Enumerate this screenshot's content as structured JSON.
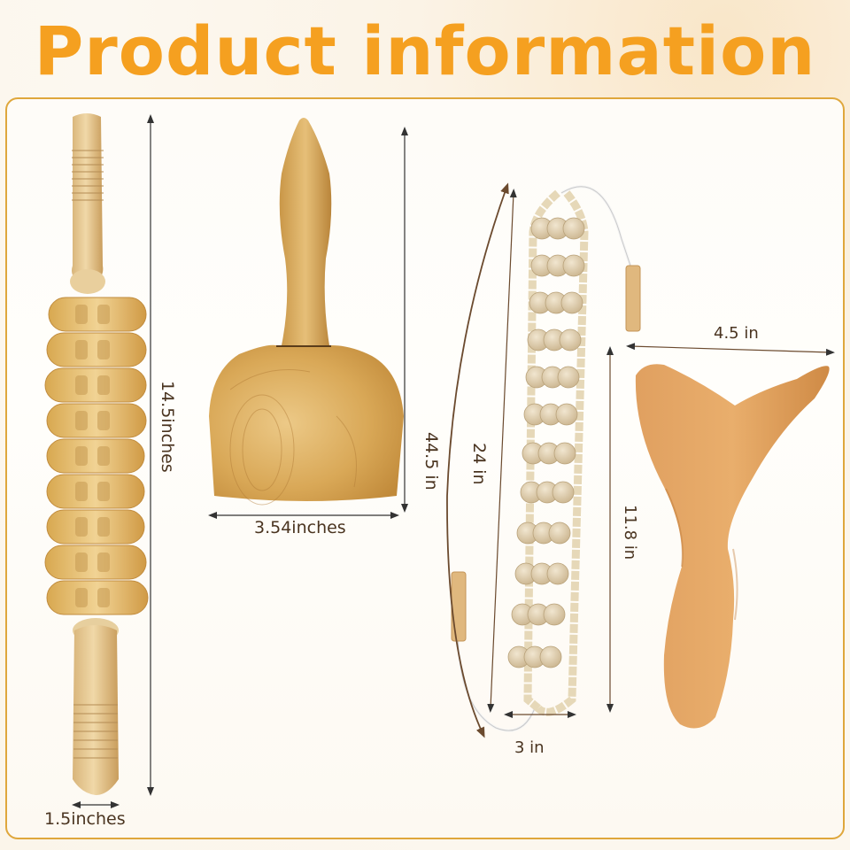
{
  "header": {
    "title": "Product information"
  },
  "products": [
    {
      "name": "wood-roller",
      "dimensions": {
        "length": "14.5inches",
        "width": "1.5inches"
      }
    },
    {
      "name": "wood-cup",
      "dimensions": {
        "width": "3.54inches"
      }
    },
    {
      "name": "bead-back-roller",
      "dimensions": {
        "total_length": "44.5 in",
        "roller_length": "24 in",
        "width": "3 in"
      }
    },
    {
      "name": "wood-paddle",
      "dimensions": {
        "width": "4.5 in",
        "length": "11.8 in"
      }
    }
  ],
  "colors": {
    "title": "#f5a020",
    "frame_border": "#dfa73c",
    "dimension_text": "#4a3420",
    "wood_light": "#e8c98e",
    "wood_medium": "#d4a35c",
    "wood_paddle": "#d9924a",
    "bead": "#e2d2b4"
  }
}
